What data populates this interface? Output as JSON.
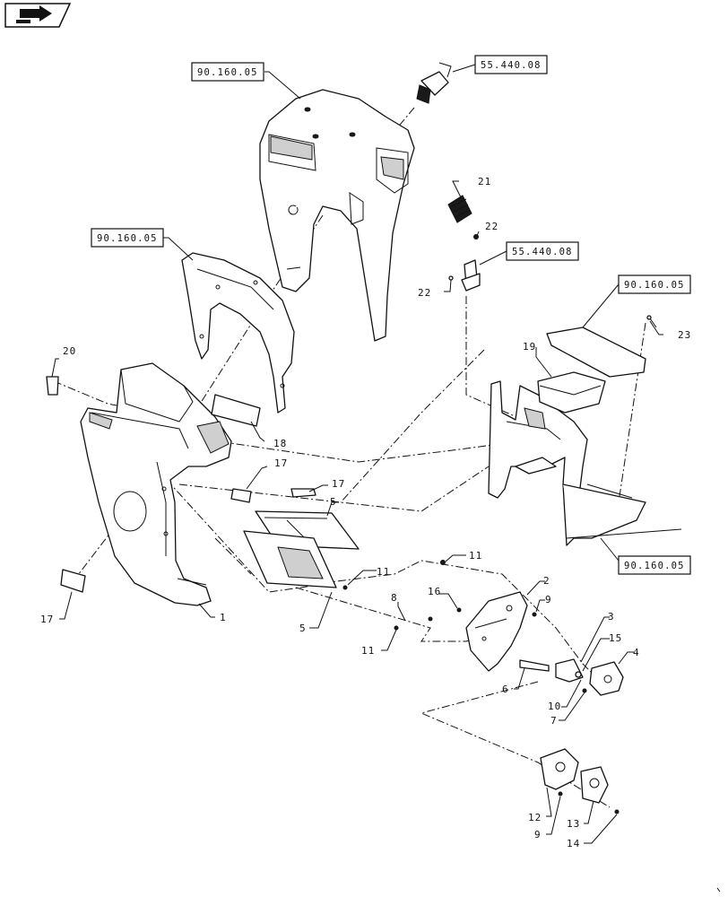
{
  "nav": {
    "icon": "next-page-arrow-icon"
  },
  "references": [
    {
      "id": "ref-top",
      "text": "90.160.05"
    },
    {
      "id": "ref-key",
      "text": "55.440.08"
    },
    {
      "id": "ref-left",
      "text": "90.160.05"
    },
    {
      "id": "ref-mid",
      "text": "55.440.08"
    },
    {
      "id": "ref-right",
      "text": "90.160.05"
    },
    {
      "id": "ref-bottom",
      "text": "90.160.05"
    }
  ],
  "callouts": [
    "21",
    "22",
    "22",
    "23",
    "19",
    "20",
    "18",
    "17",
    "17",
    "5",
    "1",
    "17",
    "5",
    "11",
    "11",
    "11",
    "8",
    "16",
    "2",
    "9",
    "3",
    "15",
    "4",
    "6",
    "10",
    "7",
    "12",
    "9",
    "13",
    "14"
  ]
}
